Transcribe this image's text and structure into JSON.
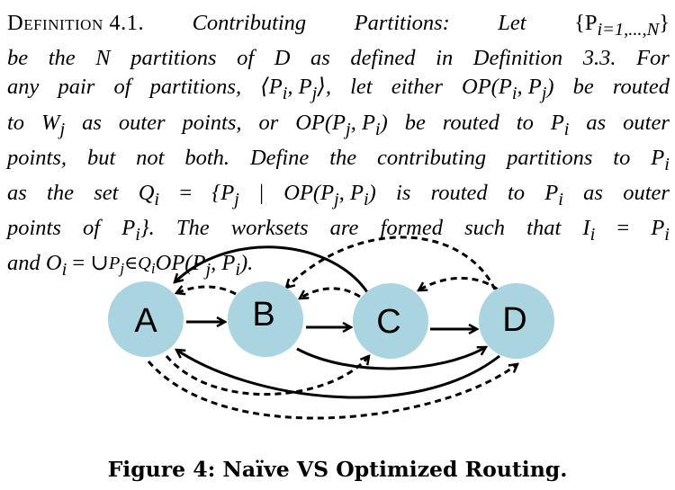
{
  "definition": {
    "heading": "Definition 4.1.",
    "lines": [
      [
        "Contributing",
        "Partitions:",
        "Let",
        "{P",
        "i=1,...,N",
        "}"
      ],
      [
        "be",
        "the",
        "N",
        "partitions",
        "of",
        "D",
        "as",
        "defined",
        "in",
        "Definition",
        "3.3.",
        "For"
      ],
      [
        "any",
        "pair",
        "of",
        "partitions,",
        "⟨P",
        "i",
        ",",
        "P",
        "j",
        "⟩,",
        "let",
        "either",
        "OP(P",
        "i",
        ",",
        "P",
        "j",
        ")",
        "be",
        "routed"
      ],
      [
        "to",
        "W",
        "j",
        "as",
        "outer",
        "points,",
        "or",
        "OP(P",
        "j",
        ",",
        "P",
        "i",
        ")",
        "be",
        "routed",
        "to",
        "P",
        "i",
        "as",
        "outer"
      ],
      [
        "points,",
        "but",
        "not",
        "both.",
        "Define",
        "the",
        "contributing",
        "partitions",
        "to",
        "P",
        "i"
      ],
      [
        "as",
        "the",
        "set",
        "Q",
        "i",
        "=",
        "{P",
        "j",
        "|",
        "OP(P",
        "j",
        ",",
        "P",
        "i",
        ")",
        "is",
        "routed",
        "to",
        "P",
        "i",
        "as",
        "outer"
      ],
      [
        "points",
        "of",
        "P",
        "i",
        "}.",
        "The",
        "worksets",
        "are",
        "formed",
        "such",
        "that",
        "I",
        "i",
        "=",
        "P",
        "i"
      ],
      [
        "and",
        "O",
        "i",
        "=",
        "∪",
        "P",
        "j",
        "∈Q",
        "i",
        "OP(P",
        "j",
        ",",
        "P",
        "i",
        ")."
      ]
    ]
  },
  "diagram": {
    "node_color": "#a9d4e0",
    "nodes": [
      {
        "id": "A",
        "label": "A"
      },
      {
        "id": "B",
        "label": "B"
      },
      {
        "id": "C",
        "label": "C"
      },
      {
        "id": "D",
        "label": "D"
      }
    ]
  },
  "caption": "Figure 4: Naïve VS Optimized Routing."
}
